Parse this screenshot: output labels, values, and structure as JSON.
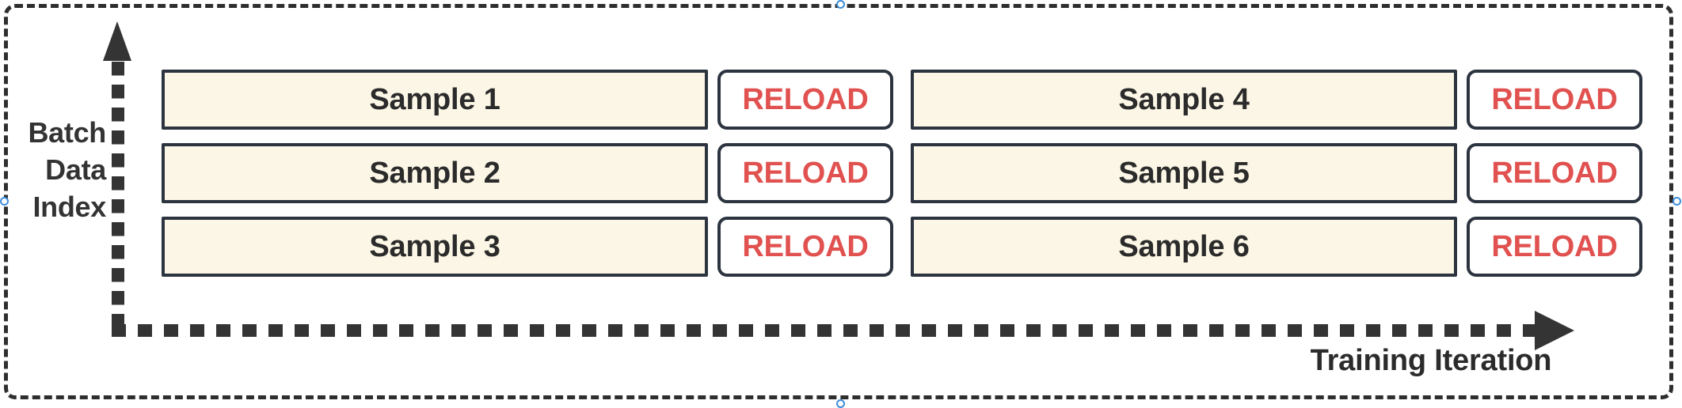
{
  "diagram": {
    "title": "Batch data index vs training iteration timeline",
    "y_axis_label_lines": [
      "Batch",
      "Data",
      "Index"
    ],
    "x_axis_label": "Training Iteration",
    "colors": {
      "sample_fill": "#fbf6e5",
      "box_border": "#2c3440",
      "reload_text": "#e0514f",
      "axis": "#343434",
      "frame": "#2e2e2e",
      "handle": "#3c8ddc",
      "label_text": "#333333"
    },
    "rows": [
      {
        "cells": [
          {
            "kind": "sample",
            "label": "Sample 1"
          },
          {
            "kind": "reload",
            "label": "RELOAD"
          },
          {
            "kind": "sample",
            "label": "Sample 4"
          },
          {
            "kind": "reload",
            "label": "RELOAD"
          }
        ]
      },
      {
        "cells": [
          {
            "kind": "sample",
            "label": "Sample 2"
          },
          {
            "kind": "reload",
            "label": "RELOAD"
          },
          {
            "kind": "sample",
            "label": "Sample 5"
          },
          {
            "kind": "reload",
            "label": "RELOAD"
          }
        ]
      },
      {
        "cells": [
          {
            "kind": "sample",
            "label": "Sample 3"
          },
          {
            "kind": "reload",
            "label": "RELOAD"
          },
          {
            "kind": "sample",
            "label": "Sample 6"
          },
          {
            "kind": "reload",
            "label": "RELOAD"
          }
        ]
      }
    ]
  }
}
